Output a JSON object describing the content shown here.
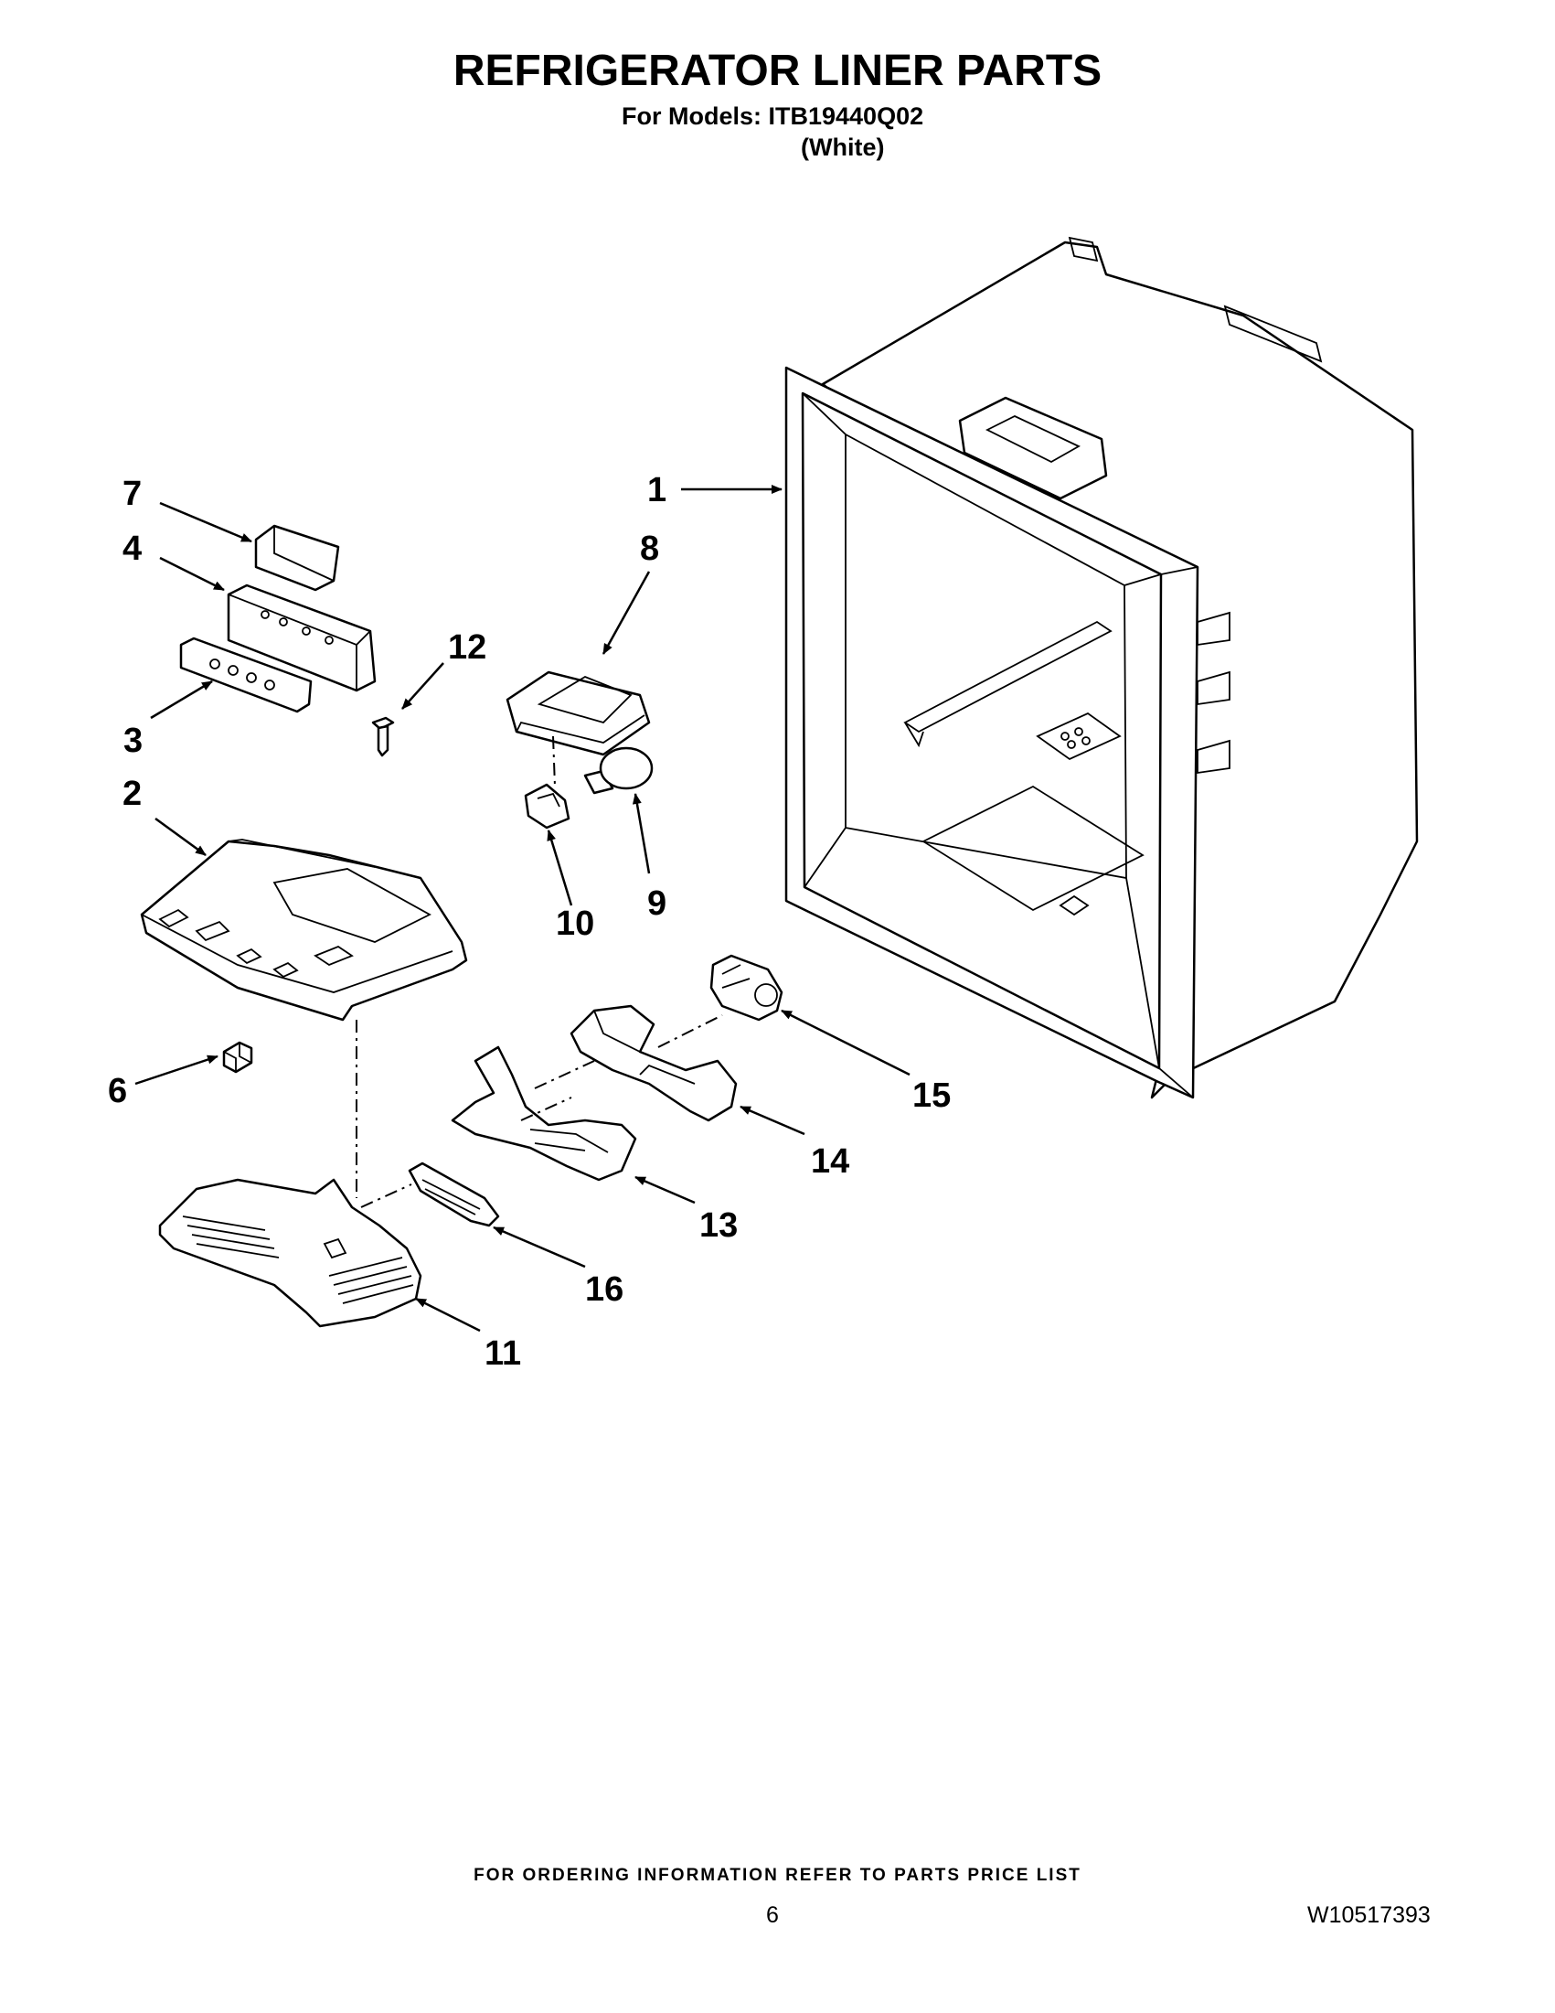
{
  "header": {
    "title": "REFRIGERATOR LINER PARTS",
    "models": "For Models: ITB19440Q02",
    "color": "(White)"
  },
  "callouts": [
    "1",
    "2",
    "3",
    "4",
    "6",
    "7",
    "8",
    "9",
    "10",
    "11",
    "12",
    "13",
    "14",
    "15",
    "16"
  ],
  "footer": {
    "ordering": "FOR ORDERING INFORMATION REFER TO PARTS PRICE LIST",
    "page": "6",
    "doc_number": "W10517393"
  }
}
